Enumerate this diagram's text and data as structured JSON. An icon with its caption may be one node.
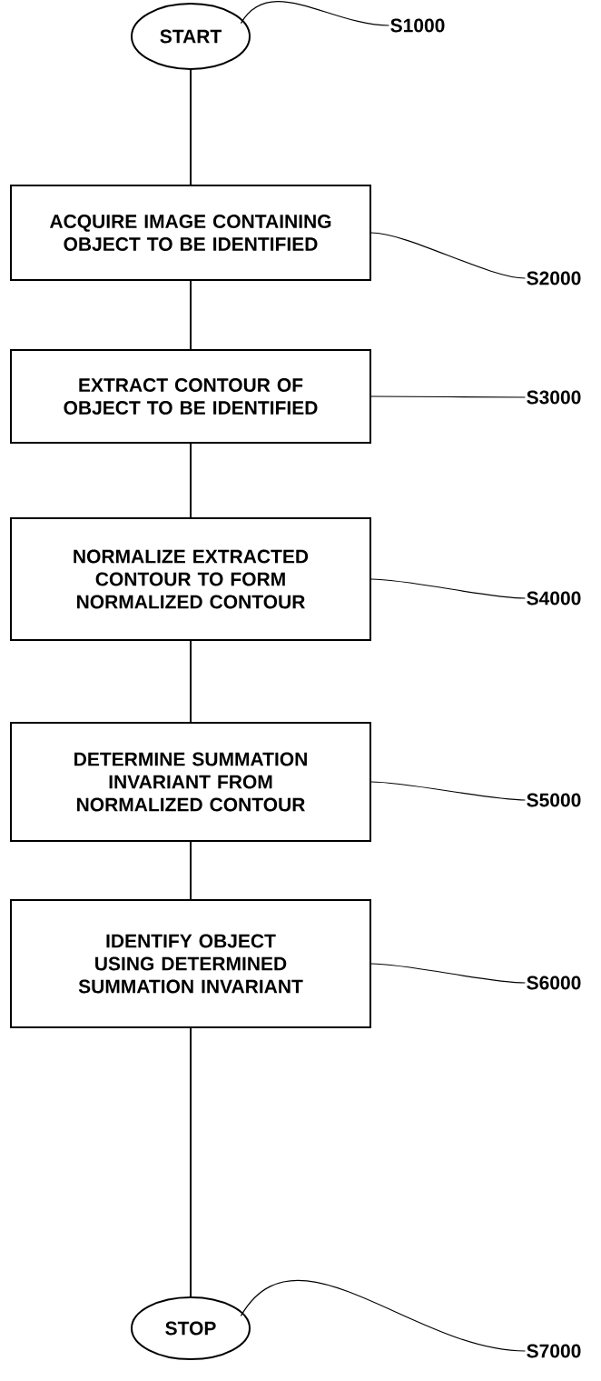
{
  "diagram": {
    "nodes": [
      {
        "text": [
          "START"
        ]
      },
      {
        "text": [
          "ACQUIRE IMAGE CONTAINING OBJECT TO BE IDENTIFIED"
        ]
      },
      {
        "text": [
          "EXTRACT CONTOUR OF OBJECT TO BE IDENTIFIED"
        ]
      },
      {
        "text": [
          "NORMALIZE EXTRACTED CONTOUR TO FORM NORMALIZED CONTOUR"
        ]
      },
      {
        "text": [
          "DETERMINE SUMMATION INVARIANT FROM NORMALIZED CONTOUR"
        ]
      },
      {
        "text": [
          "IDENTIFY OBJECT USING DETERMINED SUMMATION INVARIANT"
        ]
      },
      {
        "text": [
          "STOP"
        ]
      },
      {
        "text": [
          "S1000"
        ]
      },
      {
        "text": [
          "S2000"
        ]
      },
      {
        "text": [
          "S3000"
        ]
      },
      {
        "text": [
          "S4000"
        ]
      },
      {
        "text": [
          "S5000"
        ]
      },
      {
        "text": [
          "S6000"
        ]
      },
      {
        "text": [
          "S7000"
        ]
      }
    ],
    "edges": [
      {
        "from": 0,
        "to": 1,
        "arrow": "none"
      },
      {
        "from": 1,
        "to": 2,
        "arrow": "none"
      },
      {
        "from": 2,
        "to": 3,
        "arrow": "none"
      },
      {
        "from": 3,
        "to": 4,
        "arrow": "none"
      },
      {
        "from": 4,
        "to": 5,
        "arrow": "none"
      },
      {
        "from": 5,
        "to": 6,
        "arrow": "none"
      },
      {
        "from": 7,
        "to": 0,
        "arrow": "none"
      },
      {
        "from": 8,
        "to": 1,
        "arrow": "none"
      },
      {
        "from": 9,
        "to": 2,
        "arrow": "none"
      },
      {
        "from": 10,
        "to": 3,
        "arrow": "none"
      },
      {
        "from": 11,
        "to": 4,
        "arrow": "none"
      },
      {
        "from": 12,
        "to": 5,
        "arrow": "none"
      },
      {
        "from": 13,
        "to": 6,
        "arrow": "none"
      }
    ]
  }
}
